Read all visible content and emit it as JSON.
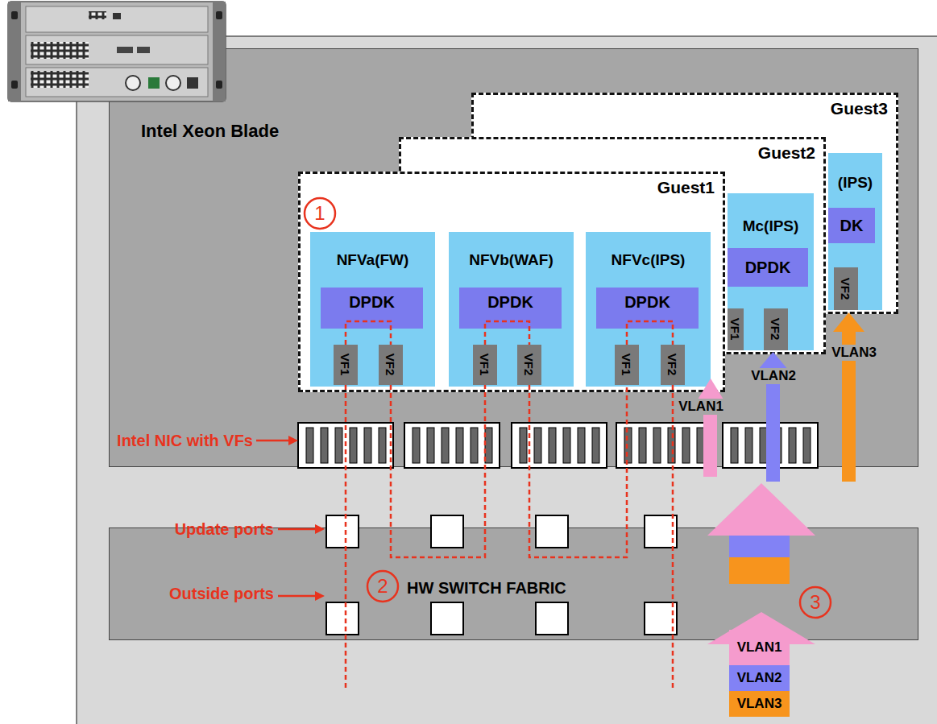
{
  "diagram": {
    "nodes": [
      {
        "text": [
          "Intel Xeon Blade"
        ]
      },
      {
        "text": [
          "Guest3"
        ],
        "in": 0
      },
      {
        "text": [
          "Guest2"
        ],
        "in": 0
      },
      {
        "text": [
          "Guest1"
        ],
        "in": 0
      },
      {
        "text": [
          "(IPS)"
        ],
        "in": 1
      },
      {
        "text": [
          "DK"
        ],
        "in": 4
      },
      {
        "text": [
          "VF2"
        ],
        "in": 4
      },
      {
        "text": [
          "Mc(IPS)"
        ],
        "in": 2
      },
      {
        "text": [
          "DPDK"
        ],
        "in": 7
      },
      {
        "text": [
          "VF1"
        ],
        "in": 7
      },
      {
        "text": [
          "VF2"
        ],
        "in": 7
      },
      {
        "text": [
          "NFVa(FW)"
        ],
        "in": 3
      },
      {
        "text": [
          "DPDK"
        ],
        "in": 11
      },
      {
        "text": [
          "VF1"
        ],
        "in": 11
      },
      {
        "text": [
          "VF2"
        ],
        "in": 11
      },
      {
        "text": [
          "NFVb(WAF)"
        ],
        "in": 3
      },
      {
        "text": [
          "DPDK"
        ],
        "in": 15
      },
      {
        "text": [
          "VF1"
        ],
        "in": 15
      },
      {
        "text": [
          "VF2"
        ],
        "in": 15
      },
      {
        "text": [
          "NFVc(IPS)"
        ],
        "in": 3
      },
      {
        "text": [
          "DPDK"
        ],
        "in": 19
      },
      {
        "text": [
          "VF1"
        ],
        "in": 19
      },
      {
        "text": [
          "VF2"
        ],
        "in": 19
      },
      {
        "text": [
          "HW SWITCH FABRIC"
        ]
      },
      {
        "text": [
          "VLAN1"
        ]
      },
      {
        "text": [
          "VLAN2"
        ]
      },
      {
        "text": [
          "VLAN3"
        ]
      }
    ],
    "edges": [
      {
        "from": 13,
        "to": 14,
        "arrow": "none"
      },
      {
        "from": 14,
        "to": 17,
        "arrow": "none"
      },
      {
        "from": 17,
        "to": 18,
        "arrow": "none"
      },
      {
        "from": 18,
        "to": 21,
        "arrow": "none"
      },
      {
        "from": 21,
        "to": 22,
        "arrow": "none"
      }
    ],
    "labels": [
      "1",
      "VLAN3",
      "VLAN2",
      "VLAN1",
      "Intel NIC with VFs",
      "Update ports",
      "2",
      "Outside ports",
      "3"
    ]
  }
}
